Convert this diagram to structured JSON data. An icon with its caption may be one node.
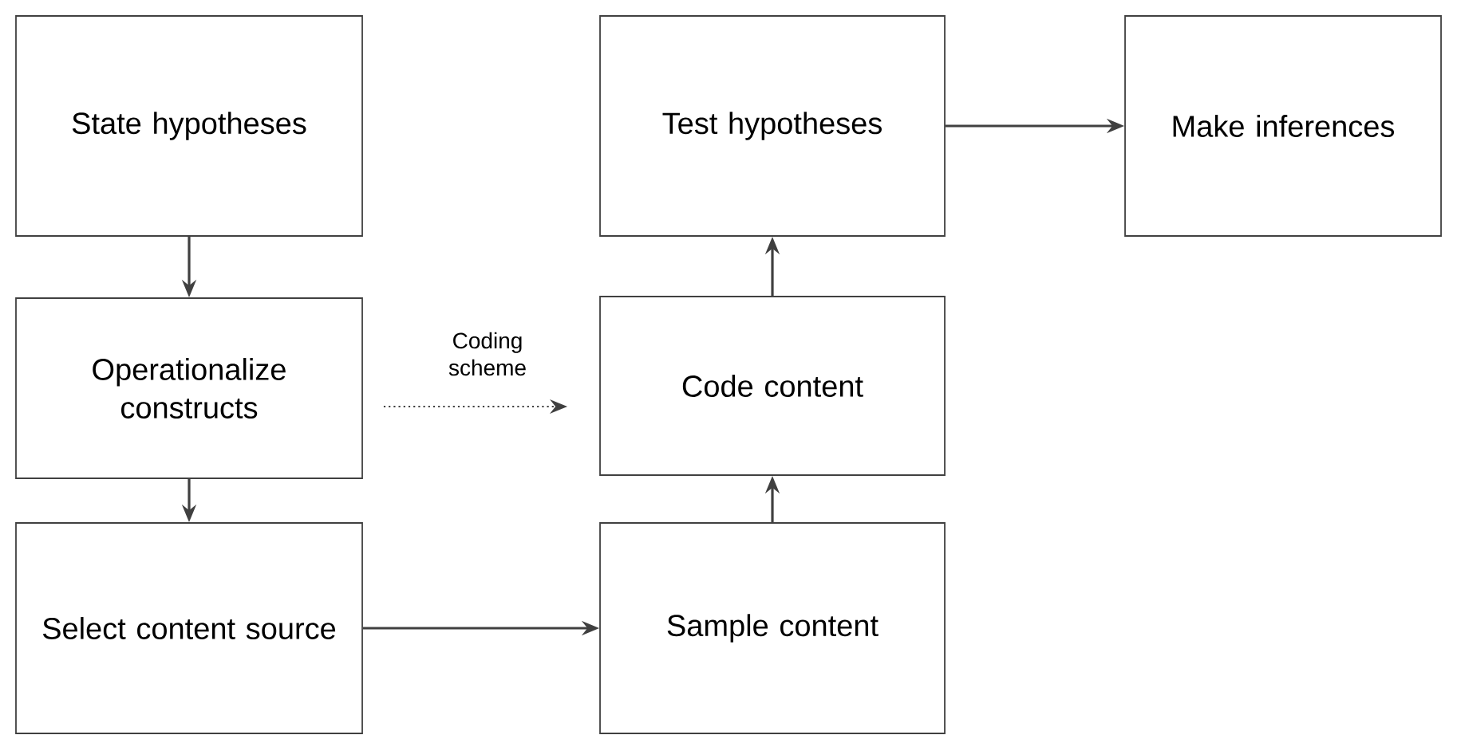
{
  "diagram": {
    "nodes": [
      {
        "text": [
          "State hypotheses"
        ]
      },
      {
        "text": [
          "Operationalize constructs"
        ]
      },
      {
        "text": [
          "Select content source"
        ]
      },
      {
        "text": [
          "Sample content"
        ]
      },
      {
        "text": [
          "Code content"
        ]
      },
      {
        "text": [
          "Test hypotheses"
        ]
      },
      {
        "text": [
          "Make inferences"
        ]
      }
    ],
    "edges": [
      {
        "from": 0,
        "to": 1,
        "arrow": "to"
      },
      {
        "from": 1,
        "to": 2,
        "arrow": "to"
      },
      {
        "from": 2,
        "to": 3,
        "arrow": "to"
      },
      {
        "from": 3,
        "to": 4,
        "arrow": "to"
      },
      {
        "from": 4,
        "to": 5,
        "arrow": "to"
      },
      {
        "from": 5,
        "to": 6,
        "arrow": "to"
      },
      {
        "from": 1,
        "to": 4,
        "arrow": "to",
        "style": "dashed",
        "label": "Coding scheme"
      }
    ]
  }
}
